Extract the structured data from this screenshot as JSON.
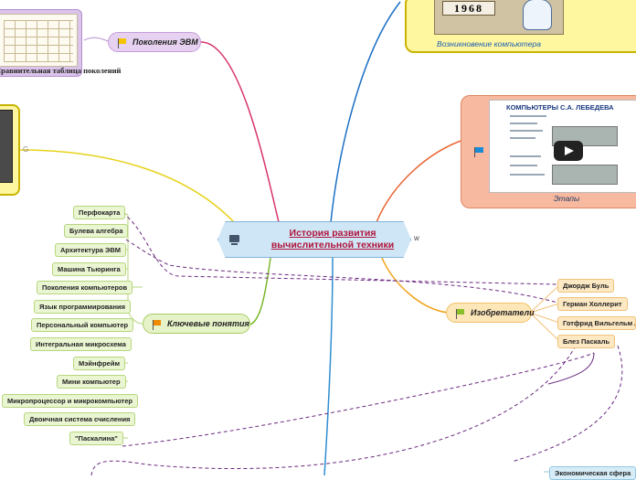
{
  "central_topic": {
    "title": "История развития вычислительной техники",
    "icon": "monitor-icon"
  },
  "side_letters": {
    "w": "w",
    "g": "G"
  },
  "branches": {
    "generations": {
      "label": "Поколения ЭВМ",
      "flag_color": "#f5c200",
      "image_caption": "Сравнительная таблица поколений"
    },
    "origin": {
      "year": "1968",
      "caption": "Возникновение компьютера"
    },
    "stages": {
      "slide_title": "КОМПЬЮТЕРЫ С.А. ЛЕБЕДЕВА",
      "caption": "Этапы"
    },
    "key_concepts": {
      "label": "Ключевые понятия",
      "flag_color": "#f08a00",
      "items": [
        "Перфокарта",
        "Булева алгебра",
        "Архитектура ЭВМ",
        "Машина Тьюринга",
        "Поколения компьютеров",
        "Язык программирования",
        "Персональный компьютер",
        "Интегральная микросхема",
        "Мэйнфрейм",
        "Мини компьютер",
        "Микропроцессор и микрокомпьютер",
        "Двоичная система счисления",
        "\"Паскалина\""
      ]
    },
    "inventors": {
      "label": "Изобретатели",
      "flag_color": "#8bbf2a",
      "items": [
        "Джордж Буль",
        "Герман Холлерит",
        "Готфрид Вильгельм Лейбниц",
        "Блез Паскаль"
      ]
    },
    "economy": {
      "label": "Экономическая сфера"
    }
  },
  "colors": {
    "generations_link": "#d9336a",
    "origin_link": "#1a6fc4",
    "stages_link": "#e8622c",
    "concepts_link": "#7cb82c",
    "inventors_link": "#f2a31a",
    "left_card_link": "#e6d21a",
    "economy_link": "#2f8ed0",
    "relation_link": "#6b2a80"
  }
}
